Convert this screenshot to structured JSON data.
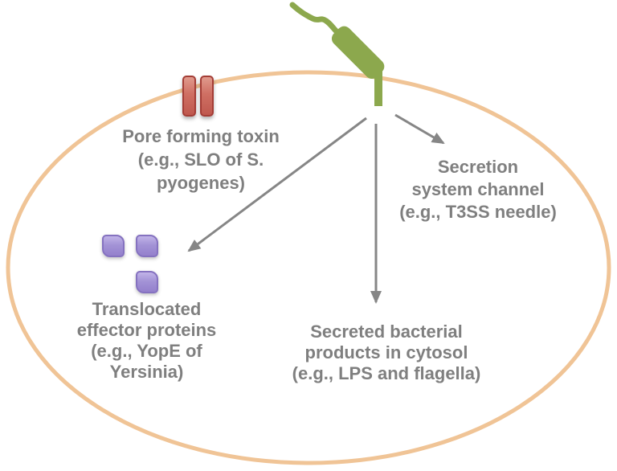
{
  "diagram": {
    "labels": {
      "pore_toxin": [
        "Pore forming toxin",
        "(e.g., SLO of S.",
        "pyogenes)"
      ],
      "secretion_channel": [
        "Secretion",
        "system channel",
        "(e.g., T3SS needle)"
      ],
      "effector_proteins": [
        "Translocated",
        "effector proteins",
        "(e.g., YopE of",
        "Yersinia)"
      ],
      "secreted_products": [
        "Secreted bacterial",
        "products in cytosol",
        "(e.g., LPS and flagella)"
      ]
    },
    "shapes": {
      "host_cell": "host-cell-membrane-ellipse",
      "bacterium": "green-bacterium-with-flagellum",
      "needle": "t3ss-needle-through-membrane",
      "pore_toxin_channels": "two-red-membrane-pore-rectangles",
      "effector_proteins": "three-purple-effector-squares",
      "arrows": "three-gray-arrows-from-needle-tip"
    },
    "colors": {
      "background": "#ffffff",
      "membrane": "#f0c496",
      "bacterium_green": "#8ca84d",
      "toxin_fill_top": "#e09a8d",
      "toxin_fill_bottom": "#bf584e",
      "toxin_border": "#a43d36",
      "effector_fill_top": "#c1b3e8",
      "effector_fill_bottom": "#9480cc",
      "effector_border": "#8572c0",
      "arrow": "#868686",
      "text": "#7f7f7f"
    }
  }
}
